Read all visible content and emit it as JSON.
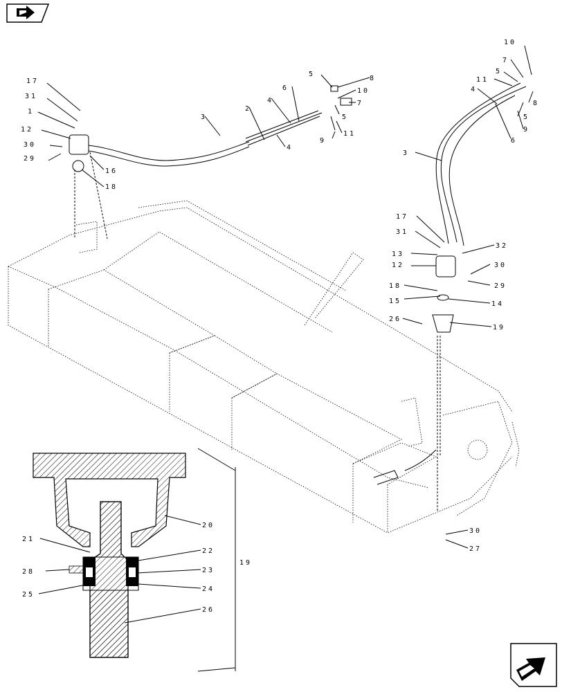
{
  "callouts": {
    "upper_left": [
      "17",
      "31",
      "1",
      "12",
      "30",
      "29",
      "16",
      "18",
      "3",
      "2",
      "4",
      "6",
      "4",
      "5",
      "8",
      "10",
      "5",
      "7",
      "9",
      "11"
    ],
    "upper_right": [
      "10",
      "7",
      "5",
      "11",
      "4",
      "8",
      "5",
      "6",
      "9",
      "3",
      "17",
      "31",
      "13",
      "12",
      "32",
      "30",
      "29",
      "18",
      "14",
      "15",
      "26",
      "19"
    ],
    "lower": [
      "30",
      "27",
      "20",
      "21",
      "22",
      "28",
      "23",
      "25",
      "24",
      "26",
      "19"
    ]
  },
  "icons": {
    "top_nav": "back-arrow-icon",
    "bottom_nav": "next-arrow-icon"
  }
}
